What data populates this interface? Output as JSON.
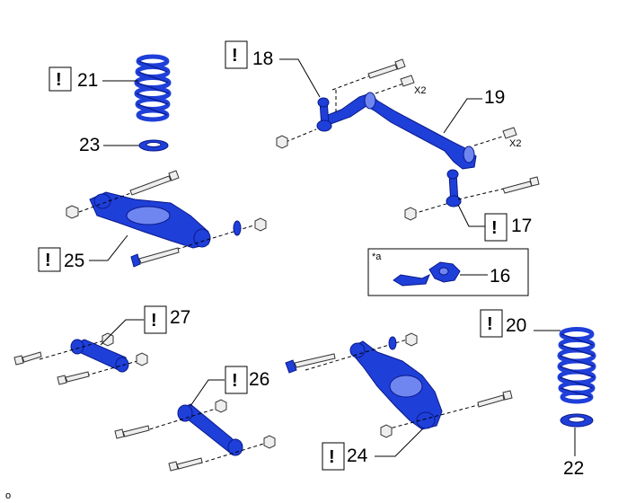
{
  "callouts": [
    {
      "number": "21",
      "warn": "!"
    },
    {
      "number": "23"
    },
    {
      "number": "25",
      "warn": "!"
    },
    {
      "number": "18",
      "warn": "!"
    },
    {
      "number": "19"
    },
    {
      "number": "17",
      "warn": "!"
    },
    {
      "number": "16"
    },
    {
      "number": "20",
      "warn": "!"
    },
    {
      "number": "27",
      "warn": "!"
    },
    {
      "number": "26",
      "warn": "!"
    },
    {
      "number": "24",
      "warn": "!"
    },
    {
      "number": "22"
    }
  ],
  "multipliers": [
    "X2",
    "X2"
  ],
  "inset_label": "*a",
  "corner_code": "o",
  "colors": {
    "part_blue": "#1f3fd9",
    "part_dark": "#0a1a8a"
  }
}
